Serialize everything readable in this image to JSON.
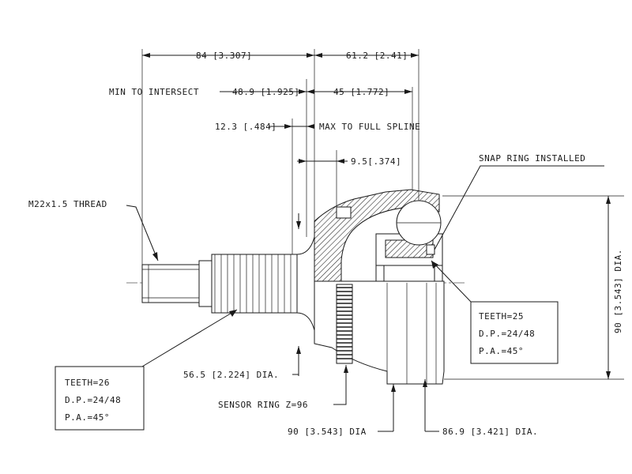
{
  "dimensions": {
    "overall_left": "84 [3.307]",
    "overall_right": "61.2 [2.41]",
    "min_to_intersect": "MIN TO INTERSECT",
    "intersect_dim": "48.9 [1.925]",
    "right_45": "45 [1.772]",
    "spline_dim": "12.3 [.484]",
    "max_full_spline": "MAX TO FULL SPLINE",
    "snap_offset": "9.5[.374]",
    "snap_ring": "SNAP RING INSTALLED",
    "thread": "M22x1.5 THREAD",
    "height_90": "90 [3.543] DIA.",
    "dia_56": "56.5 [2.224] DIA.",
    "sensor_ring": "SENSOR RING Z=96",
    "dia_90": "90 [3.543] DIA",
    "dia_86": "86.9 [3.421] DIA."
  },
  "spec_left": {
    "teeth": "TEETH=26",
    "dp": "D.P.=24/48",
    "pa": "P.A.=45°"
  },
  "spec_right": {
    "teeth": "TEETH=25",
    "dp": "D.P.=24/48",
    "pa": "P.A.=45°"
  }
}
